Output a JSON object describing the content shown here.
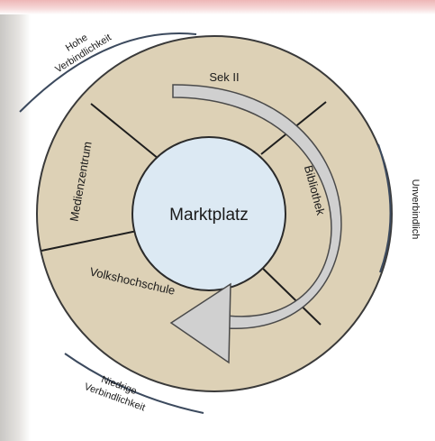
{
  "center_label": "Marktplatz",
  "segments": {
    "top": "Sek II",
    "right": "Bibliothek",
    "left": "Medienzentrum",
    "bottom_left": "Volkshochschule"
  },
  "outer_labels": {
    "high": [
      "Hohe",
      "Verbindlichkeit"
    ],
    "none": "Unverbindlich",
    "low": [
      "Niedrige",
      "Verbindlichkeit"
    ]
  },
  "colors": {
    "outer_ring": "#ddd1b6",
    "center": "#dce9f3",
    "arrow": "#d0d0d0",
    "stroke": "#2f2f2f",
    "guide_arc": "#3c4a5e"
  }
}
